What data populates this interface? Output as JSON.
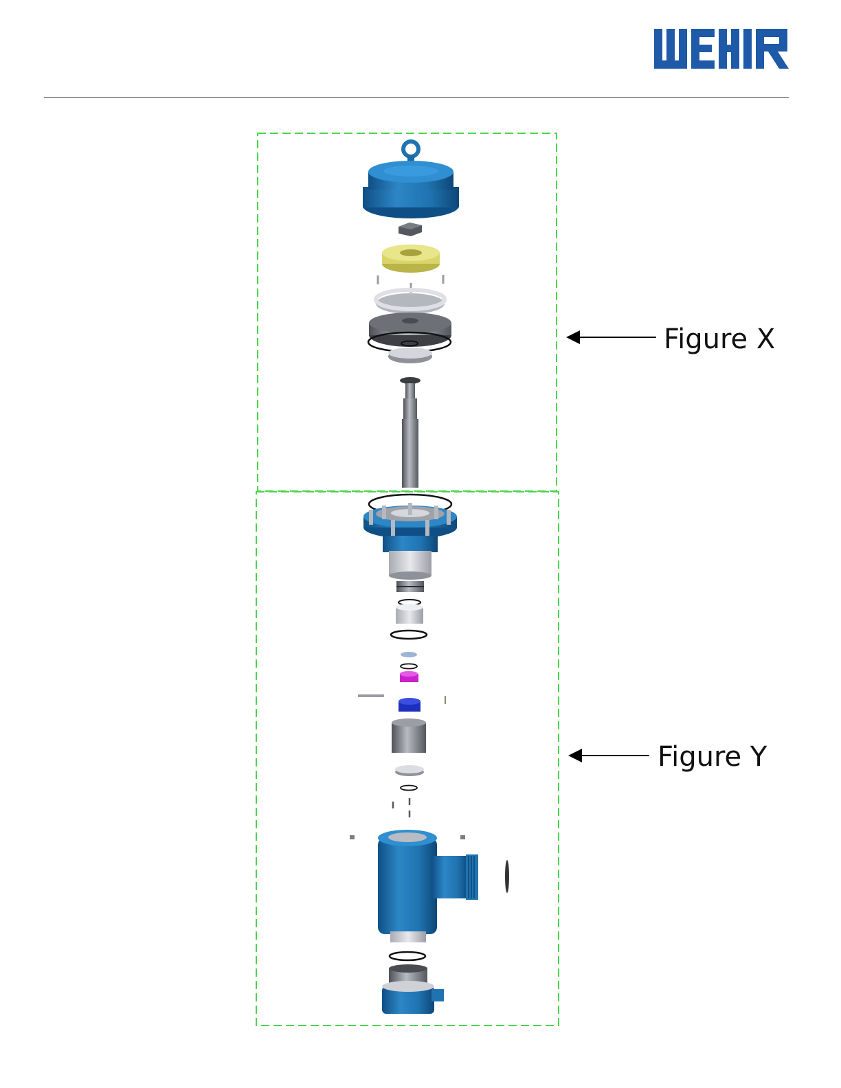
{
  "header": {
    "logo_text": "WEIR",
    "brand_color": "#1e5aa8"
  },
  "figures": [
    {
      "id": "figure-x",
      "label": "Figure X"
    },
    {
      "id": "figure-y",
      "label": "Figure Y"
    }
  ],
  "colors": {
    "part_blue": "#1f73b0",
    "frame_green": "#49d64a",
    "steel": "#8a8c92",
    "brass": "#d9d568",
    "magenta": "#cc22cc",
    "cobalt": "#1c2fbf"
  }
}
